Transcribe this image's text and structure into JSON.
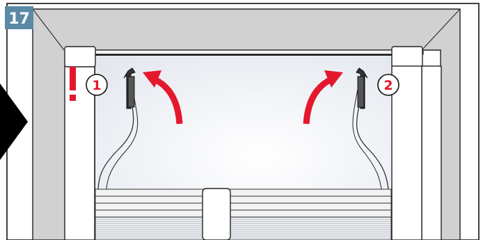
{
  "step_number": "17",
  "markers": {
    "left": "1",
    "right": "2"
  },
  "colors": {
    "step_badge": "#5a8aa6",
    "arrow": "#e3182d",
    "wall": "#d0d0d0",
    "window_glass": "#eef1f6",
    "outline": "#111111"
  },
  "icons": [
    "warning-exclamation-icon",
    "curved-arrow-icon",
    "bracket-clip-icon",
    "play-arrow-icon"
  ]
}
